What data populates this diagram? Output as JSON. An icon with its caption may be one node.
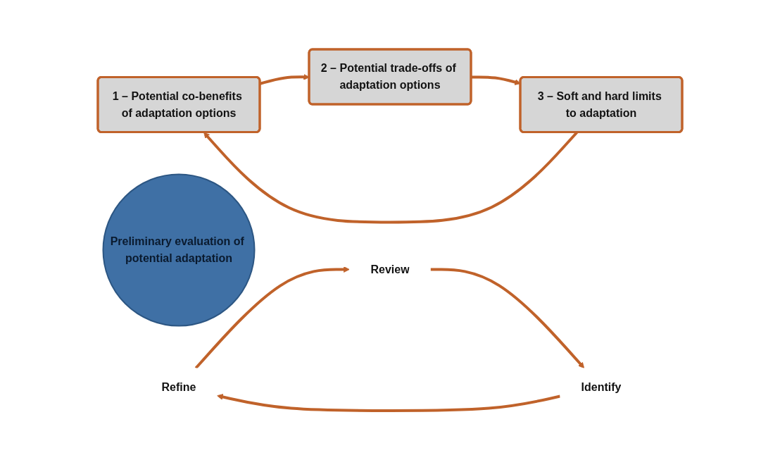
{
  "diagram": {
    "nodes": [
      {
        "text": [
          "1 – Potential co-benefits of adaptation options"
        ]
      },
      {
        "text": [
          "2 – Potential trade-offs of adaptation options"
        ]
      },
      {
        "text": [
          "3 – Soft and hard limits to adaptation"
        ]
      },
      {
        "text": [
          "Preliminary evaluation of potential adaptation"
        ]
      },
      {
        "text": [
          "Refine"
        ]
      },
      {
        "text": [
          "Review"
        ]
      },
      {
        "text": [
          "Identify"
        ]
      }
    ],
    "edges": [
      {
        "from": 0,
        "to": 1,
        "arrow": "to"
      },
      {
        "from": 1,
        "to": 2,
        "arrow": "to"
      },
      {
        "from": 2,
        "to": 0,
        "arrow": "to"
      },
      {
        "from": 4,
        "to": 5,
        "arrow": "to"
      },
      {
        "from": 5,
        "to": 6,
        "arrow": "to"
      },
      {
        "from": 6,
        "to": 4,
        "arrow": "to"
      }
    ]
  }
}
